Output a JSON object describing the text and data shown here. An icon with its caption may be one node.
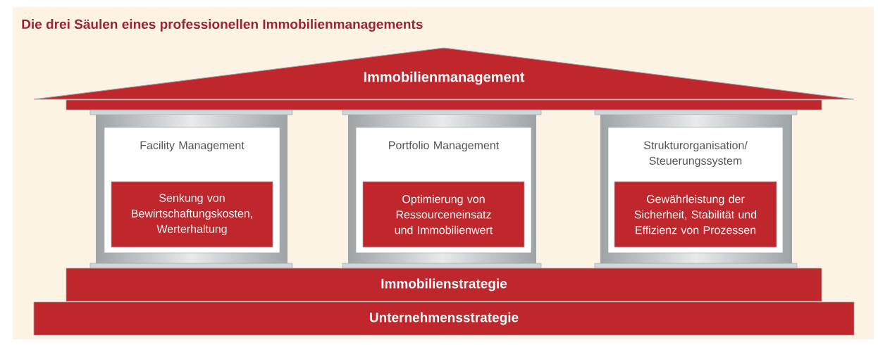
{
  "diagram": {
    "title": "Die drei Säulen eines professionellen Immobilienmanagements",
    "nodes": [
      {
        "text": [
          "Immobilienmanagement"
        ]
      },
      {
        "text": [
          "Facility Management"
        ]
      },
      {
        "text": [
          "Senkung von Bewirtschaftungskosten, Werterhaltung"
        ],
        "in": 1
      },
      {
        "text": [
          "Portfolio Management"
        ]
      },
      {
        "text": [
          "Optimierung von Ressourceneinsatz und Immobilienwert"
        ],
        "in": 3
      },
      {
        "text": [
          "Strukturorganisation/ Steuerungssystem"
        ]
      },
      {
        "text": [
          "Gewährleistung der Sicherheit, Stabilität und Effizienz von Prozessen"
        ],
        "in": 5
      },
      {
        "text": [
          "Immobilienstrategie"
        ]
      },
      {
        "text": [
          "Unternehmensstrategie"
        ]
      }
    ]
  }
}
